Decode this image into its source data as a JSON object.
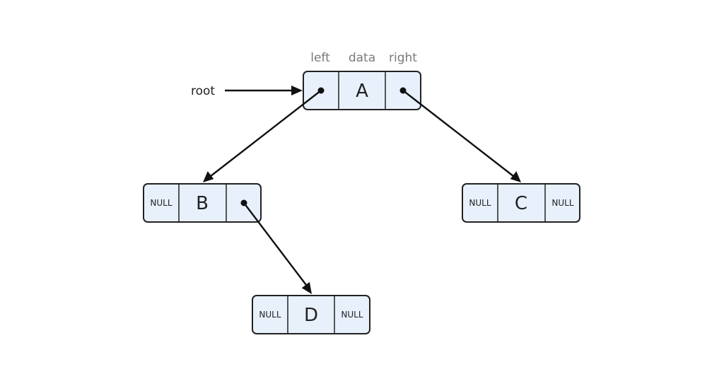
{
  "header": {
    "left_label": "left",
    "data_label": "data",
    "right_label": "right"
  },
  "root_label": "root",
  "nodes": {
    "A": {
      "left": "",
      "value": "A",
      "right": ""
    },
    "B": {
      "left": "NULL",
      "value": "B",
      "right": ""
    },
    "C": {
      "left": "NULL",
      "value": "C",
      "right": "NULL"
    },
    "D": {
      "left": "NULL",
      "value": "D",
      "right": "NULL"
    }
  },
  "colors": {
    "node_fill": "#e8f0fb",
    "stroke": "#222222",
    "header_text": "#7a7a7a"
  }
}
